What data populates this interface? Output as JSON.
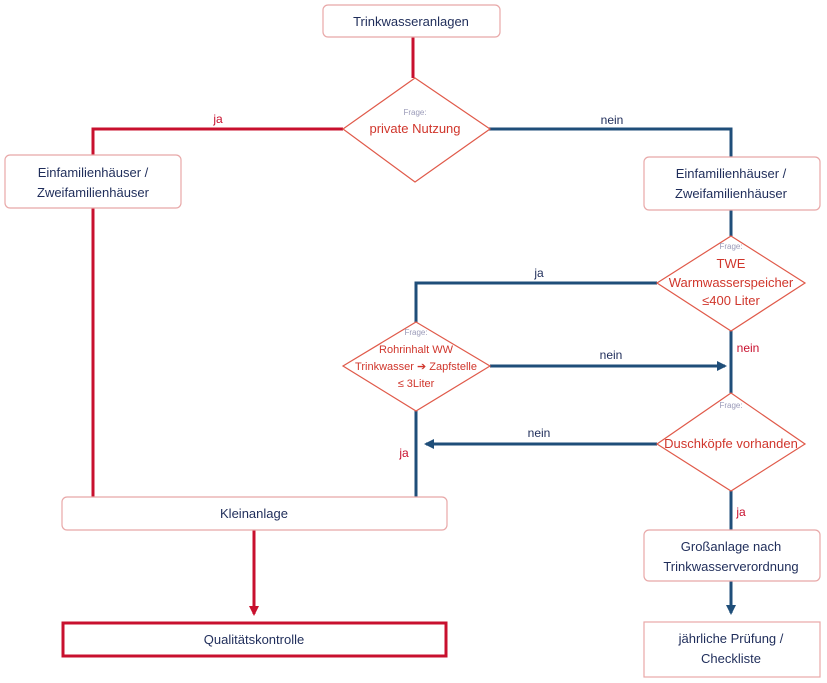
{
  "colors": {
    "red": "#c8102e",
    "blue": "#1f4e79",
    "navy_text": "#1f2d5a",
    "question_text": "#d0362c",
    "question_prefix": "#9a9ab8",
    "box_border": "#e8a8a8"
  },
  "nodes": {
    "root": "Trinkwasseranlagen",
    "q_private": {
      "prefix": "Frage:",
      "line1": "private Nutzung"
    },
    "left_houses": {
      "line1": "Einfamilienhäuser /",
      "line2": "Zweifamilienhäuser"
    },
    "right_houses": {
      "line1": "Einfamilienhäuser /",
      "line2": "Zweifamilienhäuser"
    },
    "q_twe": {
      "prefix": "Frage:",
      "line1": "TWE",
      "line2": "Warmwasserspeicher",
      "line3": "≤400 Liter"
    },
    "q_rohr": {
      "prefix": "Frage:",
      "line1": "Rohrinhalt  WW",
      "line2": "Trinkwasser ➔ Zapfstelle",
      "line3": "≤ 3Liter"
    },
    "q_dusch": {
      "prefix": "Frage:",
      "line1": "Duschköpfe vorhanden"
    },
    "kleinanlage": "Kleinanlage",
    "grossanlage": {
      "line1": "Großanlage nach",
      "line2": "Trinkwasserverordnung"
    },
    "qualitaet": "Qualitätskontrolle",
    "pruefung": {
      "line1": "jährliche Prüfung /",
      "line2": "Checkliste"
    }
  },
  "labels": {
    "ja": "ja",
    "nein": "nein"
  }
}
